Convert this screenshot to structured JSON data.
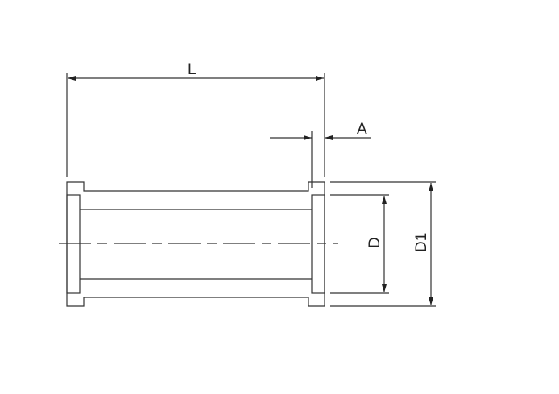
{
  "drawing": {
    "labels": {
      "length": "L",
      "flange_thickness": "A",
      "inner_diameter": "D",
      "outer_diameter": "D1"
    },
    "line_color": "#333333"
  }
}
